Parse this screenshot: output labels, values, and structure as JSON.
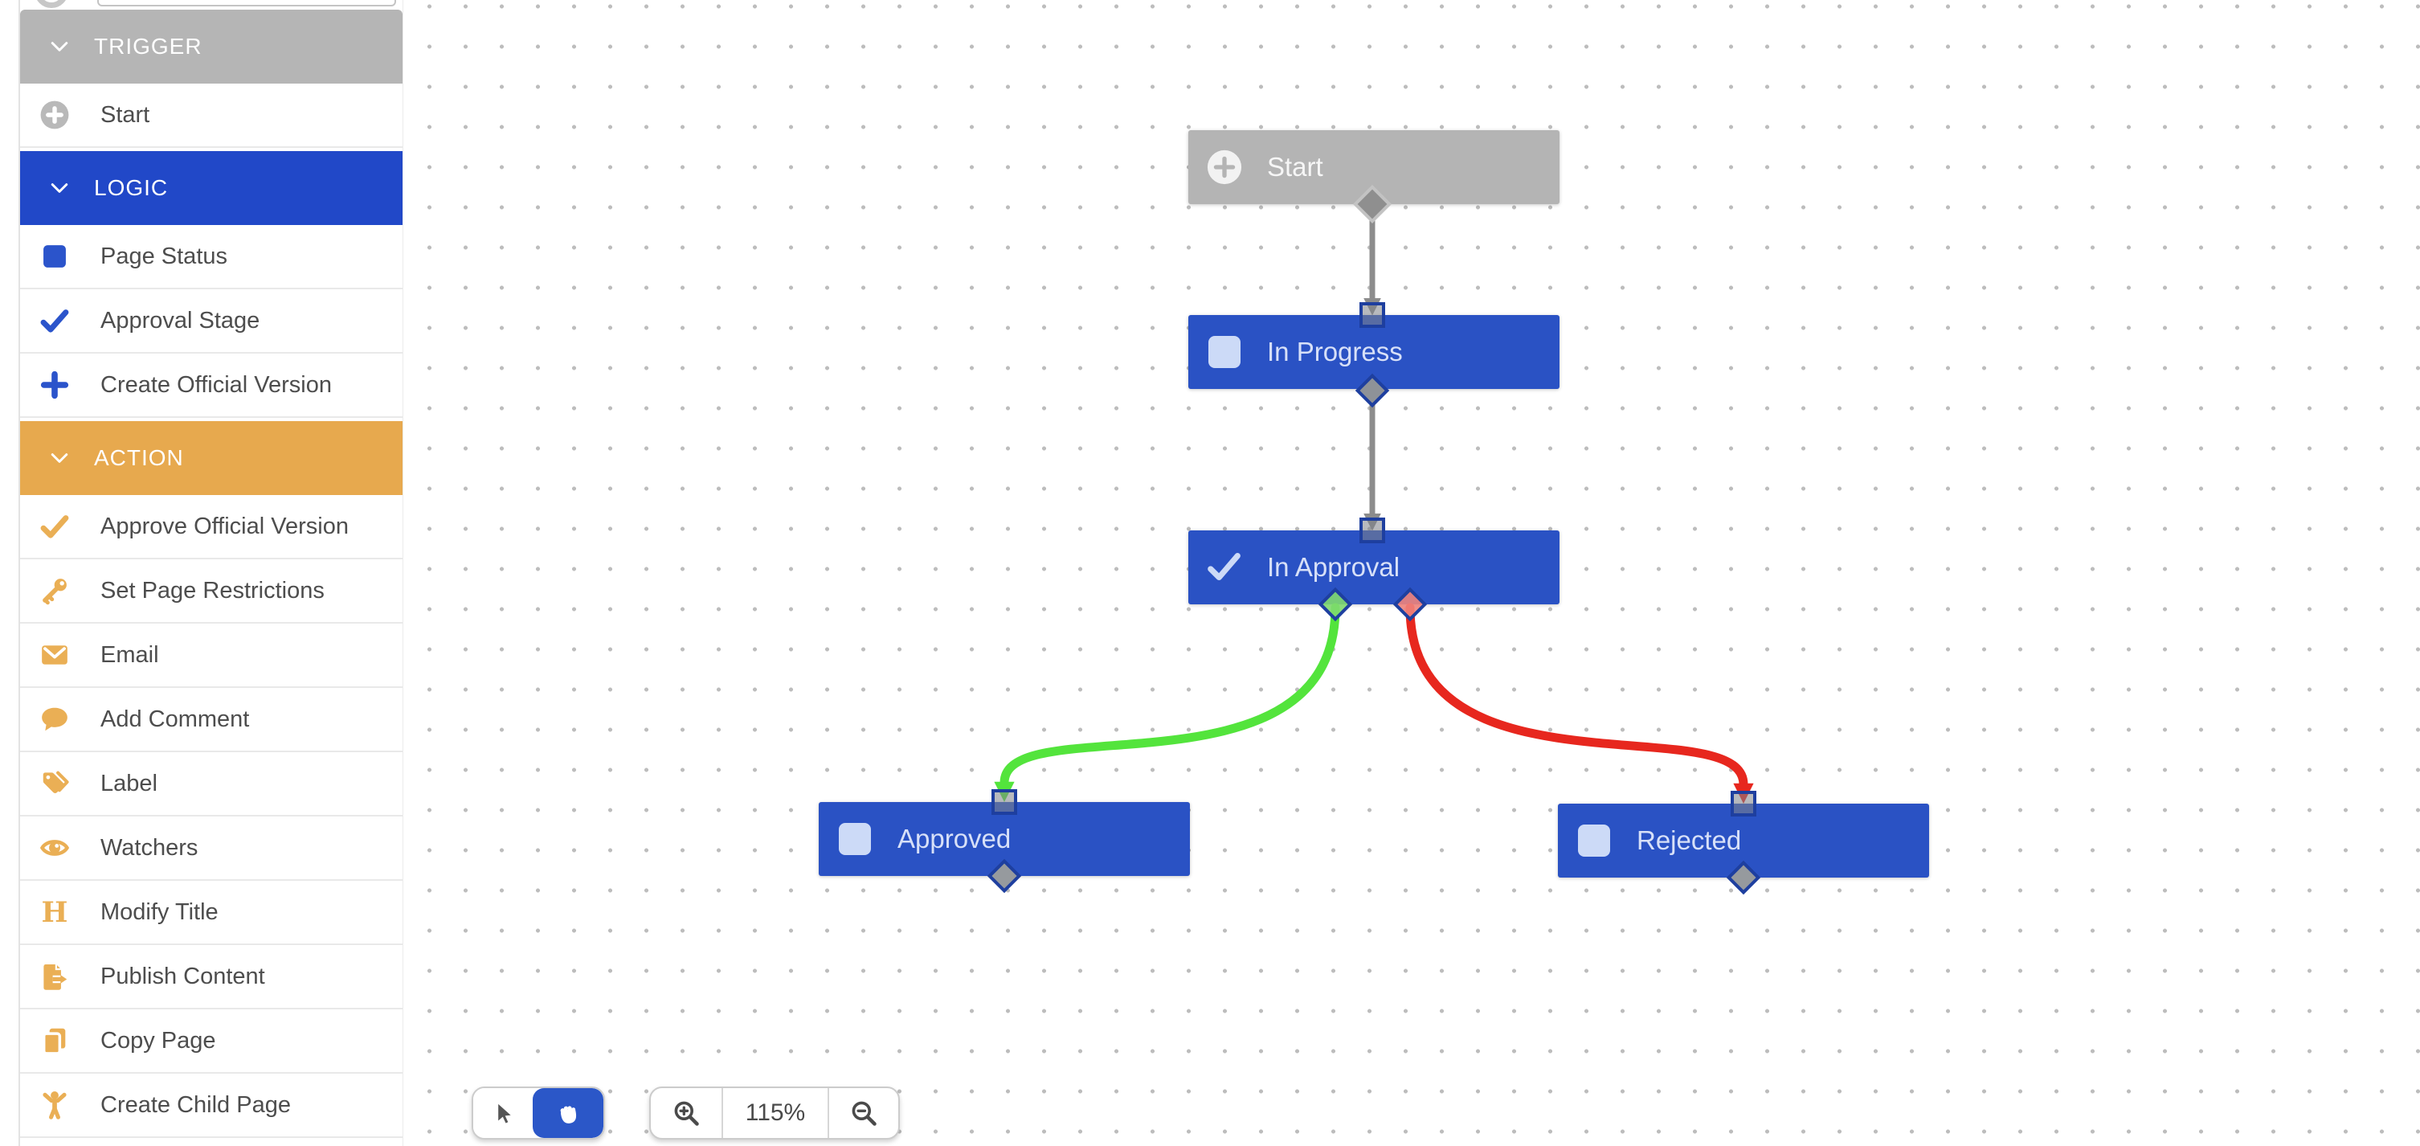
{
  "sidebar": {
    "sections": [
      {
        "label": "TRIGGER",
        "color": "#b5b5b5",
        "items": [
          {
            "label": "Start",
            "icon": "circle-plus-icon"
          }
        ]
      },
      {
        "label": "LOGIC",
        "color": "#2148c8",
        "items": [
          {
            "label": "Page Status",
            "icon": "square-icon"
          },
          {
            "label": "Approval Stage",
            "icon": "check-icon"
          },
          {
            "label": "Create Official Version",
            "icon": "plus-icon"
          }
        ]
      },
      {
        "label": "ACTION",
        "color": "#e7a94e",
        "items": [
          {
            "label": "Approve Official Version",
            "icon": "check-icon"
          },
          {
            "label": "Set Page Restrictions",
            "icon": "key-icon"
          },
          {
            "label": "Email",
            "icon": "envelope-icon"
          },
          {
            "label": "Add Comment",
            "icon": "comment-icon"
          },
          {
            "label": "Label",
            "icon": "tag-icon"
          },
          {
            "label": "Watchers",
            "icon": "eye-icon"
          },
          {
            "label": "Modify Title",
            "icon": "heading-icon"
          },
          {
            "label": "Publish Content",
            "icon": "publish-icon"
          },
          {
            "label": "Copy Page",
            "icon": "copy-icon"
          },
          {
            "label": "Create Child Page",
            "icon": "child-icon"
          }
        ]
      }
    ]
  },
  "canvas": {
    "nodes": [
      {
        "id": "start",
        "label": "Start",
        "type": "trigger",
        "icon": "circle-plus-icon",
        "color": "#b4b4b4"
      },
      {
        "id": "in-progress",
        "label": "In Progress",
        "type": "status",
        "icon": "square-icon",
        "color": "#2a52c4"
      },
      {
        "id": "in-approval",
        "label": "In Approval",
        "type": "approval",
        "icon": "check-icon",
        "color": "#2a52c4"
      },
      {
        "id": "approved",
        "label": "Approved",
        "type": "status",
        "icon": "square-icon",
        "color": "#2a52c4"
      },
      {
        "id": "rejected",
        "label": "Rejected",
        "type": "status",
        "icon": "square-icon",
        "color": "#2a52c4"
      }
    ],
    "edges": [
      {
        "from": "start",
        "to": "in-progress",
        "result": "next",
        "color": "#8c8c8c"
      },
      {
        "from": "in-progress",
        "to": "in-approval",
        "result": "next",
        "color": "#8c8c8c"
      },
      {
        "from": "in-approval",
        "to": "approved",
        "result": "approved",
        "color": "#53e43c"
      },
      {
        "from": "in-approval",
        "to": "rejected",
        "result": "rejected",
        "color": "#e7271e"
      }
    ],
    "edge_colors": {
      "gray": "#8c8c8c",
      "green": "#53e43c",
      "red": "#e7271e"
    },
    "endpoint_border": "#1e3f9f"
  },
  "toolbar": {
    "tools": [
      {
        "name": "select",
        "icon": "cursor-icon",
        "active": false
      },
      {
        "name": "pan",
        "icon": "hand-icon",
        "active": true
      }
    ],
    "active_tool_color": "#2b57c8",
    "zoom_level": "115%"
  }
}
